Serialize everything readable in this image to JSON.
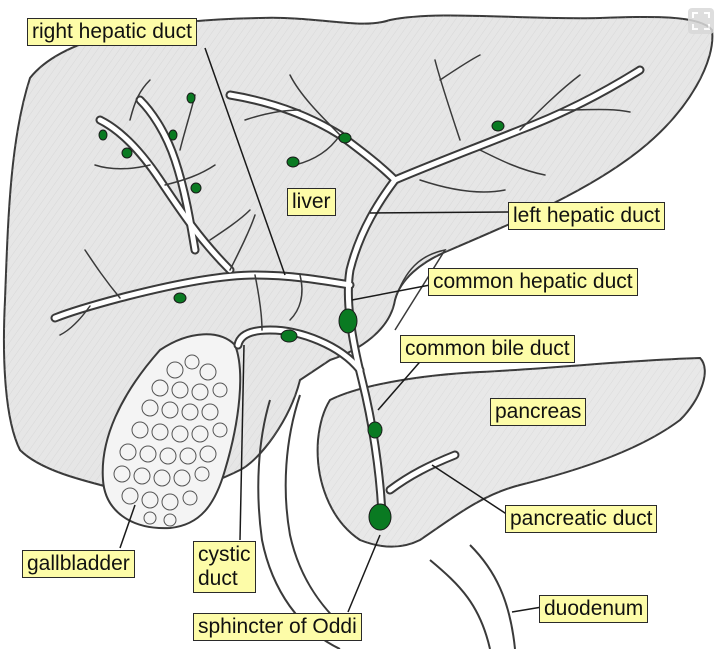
{
  "labels": {
    "right_hepatic_duct": "right hepatic duct",
    "liver": "liver",
    "left_hepatic_duct": "left hepatic duct",
    "common_hepatic_duct": "common hepatic duct",
    "common_bile_duct": "common bile duct",
    "pancreas": "pancreas",
    "pancreatic_duct": "pancreatic duct",
    "gallbladder": "gallbladder",
    "cystic_duct_line1": "cystic",
    "cystic_duct_line2": "duct",
    "sphincter_of_oddi": "sphincter of Oddi",
    "duodenum": "duodenum"
  },
  "colors": {
    "label_fill": "#fdfca8",
    "organ_fill": "#e4e4e4",
    "outline": "#3a3a3a",
    "node_green": "#0a7a22"
  },
  "icons": {
    "corner": "expand-icon"
  }
}
